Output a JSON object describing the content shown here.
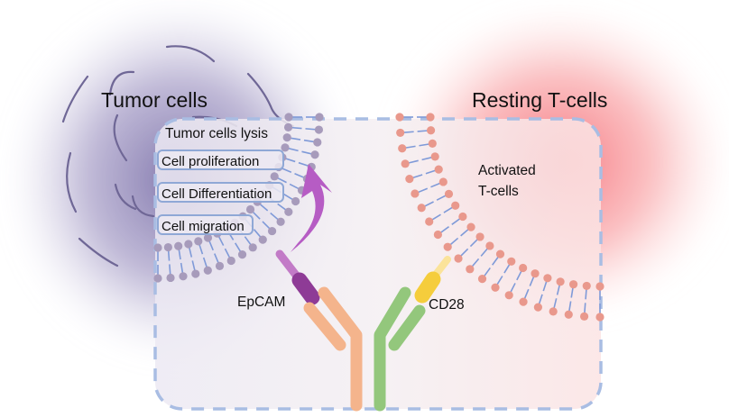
{
  "labels": {
    "tumor_cells": "Tumor cells",
    "resting_t_cells": "Resting T-cells",
    "tumor_cells_lysis": "Tumor cells lysis",
    "activated_t_cells_line1": "Activated",
    "activated_t_cells_line2": "T-cells",
    "epcam": "EpCAM",
    "cd28": "CD28"
  },
  "effects": [
    {
      "label": "Cell proliferation"
    },
    {
      "label": "Cell Differentiation"
    },
    {
      "label": "Cell migration"
    }
  ],
  "colors": {
    "tumor_glow": "#8a80b5",
    "tcell_glow": "#f57f86",
    "dashed_border": "#a9bde3",
    "tumor_lipid_head": "#a79bbb",
    "tcell_lipid_head": "#e9988c",
    "lipid_tail": "#7f9ad8",
    "epcam": "#8e3b96",
    "epcam_stalk": "#c27bc7",
    "arrow": "#b65cc4",
    "cd28": "#f5cd3c",
    "cd28_stalk": "#fbe39a",
    "antibody_left": "#f4b48c",
    "antibody_right": "#93c77c"
  }
}
